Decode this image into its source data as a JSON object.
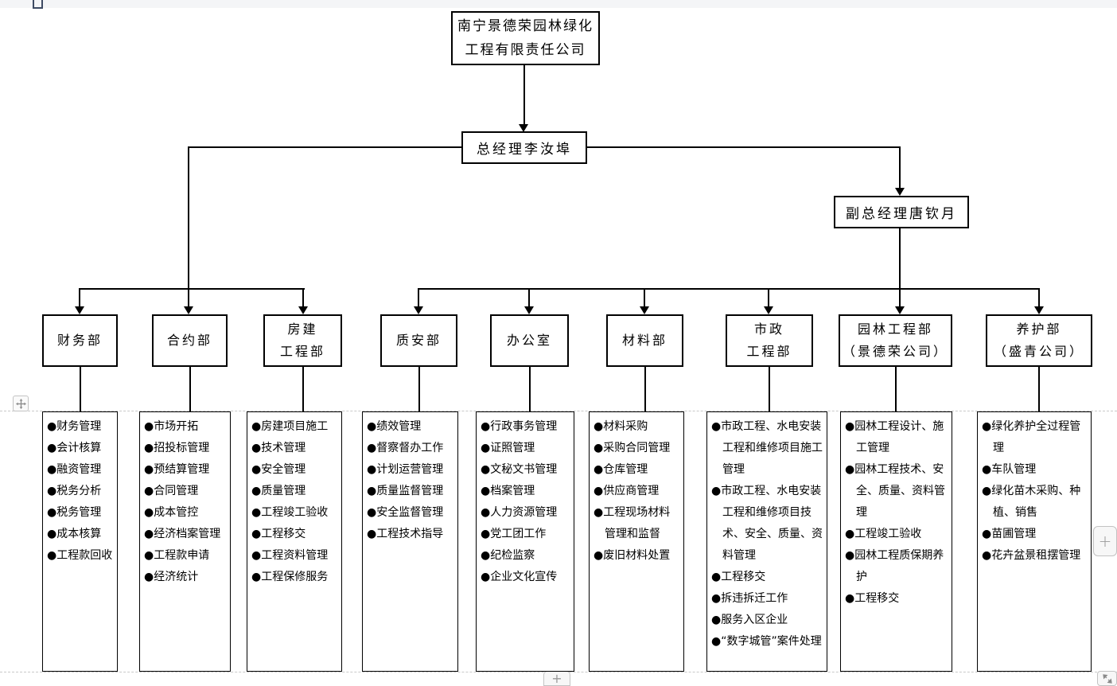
{
  "org": {
    "company_lines": [
      "南宁景德荣园林绿化",
      "工程有限责任公司"
    ],
    "general_manager": "总经理李汝埠",
    "deputy_general_manager": "副总经理唐钦月",
    "departments": [
      {
        "name_lines": [
          "财务部"
        ],
        "duties": [
          "●财务管理",
          "●会计核算",
          "●融资管理",
          "●税务分析",
          "●税务管理",
          "●成本核算",
          "●工程款回收"
        ]
      },
      {
        "name_lines": [
          "合约部"
        ],
        "duties": [
          "●市场开拓",
          "●招投标管理",
          "●预结算管理",
          "●合同管理",
          "●成本管控",
          "●经济档案管理",
          "●工程款申请",
          "●经济统计"
        ]
      },
      {
        "name_lines": [
          "房建",
          "工程部"
        ],
        "duties": [
          "●房建项目施工",
          "●技术管理",
          "●安全管理",
          "●质量管理",
          "●工程竣工验收",
          "●工程移交",
          "●工程资料管理",
          "●工程保修服务"
        ]
      },
      {
        "name_lines": [
          "质安部"
        ],
        "duties": [
          "●绩效管理",
          "●督察督办工作",
          "●计划运营管理",
          "●质量监督管理",
          "●安全监督管理",
          "●工程技术指导"
        ]
      },
      {
        "name_lines": [
          "办公室"
        ],
        "duties": [
          "●行政事务管理",
          "●证照管理",
          "●文秘文书管理",
          "●档案管理",
          "●人力资源管理",
          "●党工团工作",
          "●纪检监察",
          "●企业文化宣传"
        ]
      },
      {
        "name_lines": [
          "材料部"
        ],
        "duties": [
          "●材料采购",
          "●采购合同管理",
          "●仓库管理",
          "●供应商管理",
          "●工程现场材料管理和监督",
          "●废旧材料处置"
        ]
      },
      {
        "name_lines": [
          "市政",
          "工程部"
        ],
        "duties": [
          "●市政工程、水电安装工程和维修项目施工管理",
          "●市政工程、水电安装工程和维修项目技术、安全、质量、资料管理",
          "●工程移交",
          "●拆违拆迁工作",
          "●服务入区企业",
          "●“数字城管”案件处理"
        ]
      },
      {
        "name_lines": [
          "园林工程部",
          "（景德荣公司）"
        ],
        "duties": [
          "●园林工程设计、施工管理",
          "●园林工程技术、安全、质量、资料管理",
          "●工程竣工验收",
          "●园林工程质保期养护",
          "●工程移交"
        ]
      },
      {
        "name_lines": [
          "养护部",
          "（盛青公司）"
        ],
        "duties": [
          "●绿化养护全过程管理",
          "●车队管理",
          "●绿化苗木采购、种植、销售",
          "●苗圃管理",
          "●花卉盆景租摆管理"
        ]
      }
    ]
  },
  "widgets": {
    "move_handle_icon": "move-cross-icon",
    "right_add_label": "+",
    "bottom_add_label": "+",
    "resize_handle_icon": "diagonal-resize-icon"
  }
}
